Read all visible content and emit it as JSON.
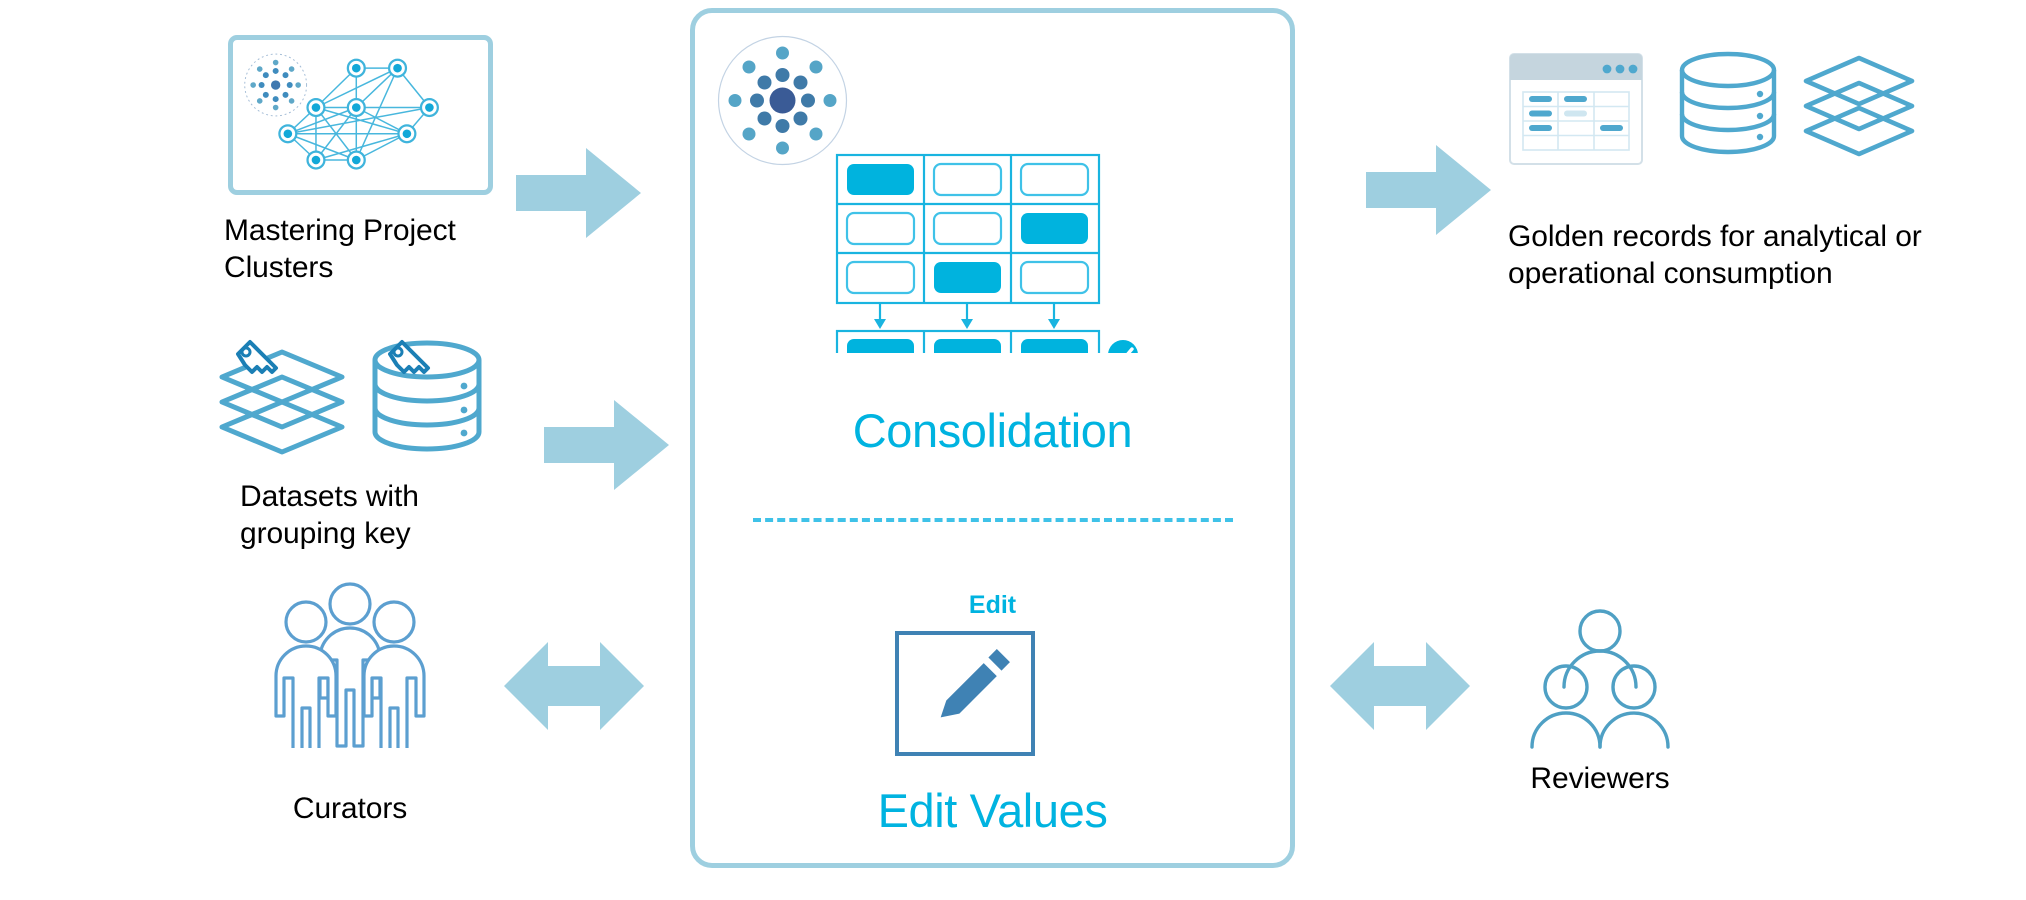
{
  "diagram": {
    "title": "Data mastering consolidation flow",
    "colors": {
      "cyan": "#00b3e0",
      "cyan_light": "#3fc2e8",
      "steel_blue": "#4b9cc4",
      "navy": "#3a5b96",
      "arrow_blue": "#9ecfe0",
      "panel_border": "#9ecfe0",
      "edit_border": "#3f82b4",
      "text_black": "#000000"
    }
  },
  "left": {
    "cluster": {
      "caption": "Mastering Project Clusters",
      "icon": "network-graph-icon",
      "badge_icon": "radial-dots-icon"
    },
    "datasets": {
      "caption": "Datasets with grouping key",
      "icons": [
        "layers-with-key-icon",
        "database-with-key-icon"
      ]
    },
    "curators": {
      "caption": "Curators",
      "icon": "three-people-icon"
    }
  },
  "arrows": {
    "left_top": {
      "name": "arrow-right-single",
      "direction": "right"
    },
    "left_mid": {
      "name": "arrow-right-single",
      "direction": "right"
    },
    "left_bottom": {
      "name": "arrow-double-horizontal",
      "direction": "both"
    },
    "right_top": {
      "name": "arrow-right-single",
      "direction": "right"
    },
    "right_bottom": {
      "name": "arrow-double-horizontal",
      "direction": "both"
    }
  },
  "center": {
    "logo_icon": "radial-dots-logo-icon",
    "consolidation": {
      "label": "Consolidation",
      "graphic": {
        "icon": "consolidation-grid-icon",
        "grid_rows": 3,
        "grid_cols": 3,
        "filled_cells": [
          [
            0,
            0
          ],
          [
            1,
            2
          ],
          [
            2,
            1
          ]
        ],
        "result_row_filled": [
          true,
          true,
          true
        ],
        "arrows_down": 3,
        "status_badge_icon": "check-circle-icon"
      }
    },
    "divider": "dashed",
    "edit": {
      "small_label": "Edit",
      "box_icon": "pencil-icon",
      "label": "Edit Values"
    }
  },
  "right": {
    "golden": {
      "caption": "Golden records for analytical or operational consumption",
      "icons": [
        "table-window-icon",
        "database-icon",
        "layers-icon"
      ]
    },
    "reviewers": {
      "caption": "Reviewers",
      "icon": "people-group-icon"
    }
  }
}
